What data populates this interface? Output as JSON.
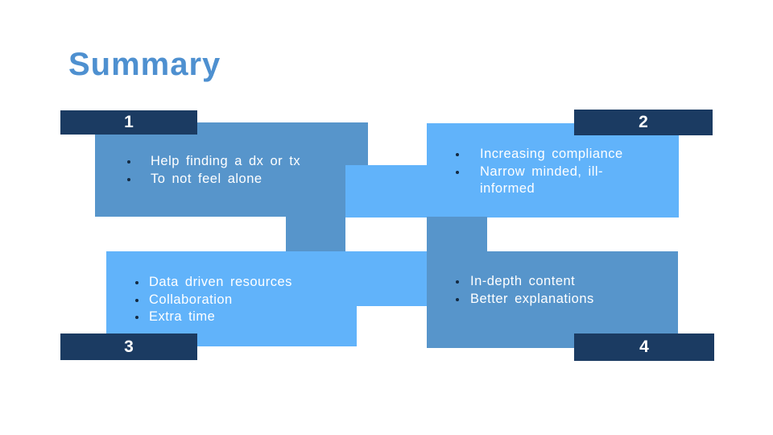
{
  "slide": {
    "title": "Summary"
  },
  "colors": {
    "title_blue": "#4E90D0",
    "navy": "#1B3B62",
    "medium_blue": "#5795CB",
    "light_blue": "#61B3FA",
    "text_white": "#FFFFFF",
    "bullet_dark": "#142A42"
  },
  "boxes": [
    {
      "number": "1",
      "items": [
        [
          "Help finding a dx or tx"
        ],
        [
          "To not feel alone"
        ]
      ]
    },
    {
      "number": "2",
      "items": [
        [
          "Increasing compliance"
        ],
        [
          "Narrow minded, ill-",
          "informed"
        ]
      ]
    },
    {
      "number": "3",
      "items": [
        [
          "Data driven resources"
        ],
        [
          "Collaboration"
        ],
        [
          "Extra time"
        ]
      ]
    },
    {
      "number": "4",
      "items": [
        [
          "In-depth content"
        ],
        [
          "Better explanations"
        ]
      ]
    }
  ]
}
